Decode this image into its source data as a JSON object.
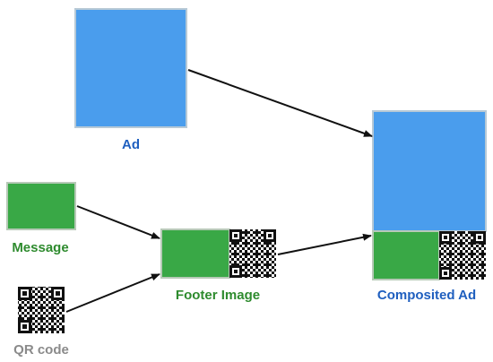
{
  "labels": {
    "ad": "Ad",
    "message": "Message",
    "qr_code": "QR code",
    "footer_image": "Footer Image",
    "composited_ad": "Composited Ad"
  },
  "colors": {
    "blue": "#4a9ded",
    "green": "#39a846",
    "blue_text": "#1f5fbf",
    "green_text": "#2e8b2e",
    "gray_text": "#8a8a8a",
    "arrow": "#111111"
  },
  "icons": {
    "qr": "qr-code-icon"
  }
}
